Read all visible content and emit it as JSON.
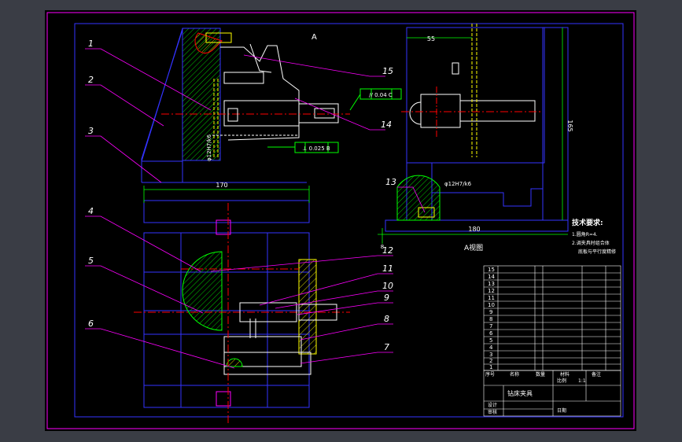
{
  "drawing": {
    "view_label_top": "A",
    "view_label_side": "A视图",
    "tech_title": "技术要求:",
    "tech_lines": [
      "1.圆角R=4.",
      "2.调夹具时组合体",
      "底板与平行度精修"
    ],
    "dims": {
      "width_top": "170",
      "width_side": "180",
      "height_side": "165",
      "offset_side": "55",
      "small_gap": "8"
    },
    "tolerances": {
      "flatness": "// 0.04 C",
      "perpendicular": "⊥ 0.025 B"
    },
    "fits": {
      "fit_left": "φ12H7/k6",
      "fit_side": "φ12H7/k6"
    },
    "balloons": [
      "1",
      "2",
      "3",
      "4",
      "5",
      "6",
      "7",
      "8",
      "9",
      "10",
      "11",
      "12",
      "13",
      "14",
      "15"
    ],
    "bom_numbers": [
      "15",
      "14",
      "13",
      "12",
      "11",
      "10",
      "9",
      "8",
      "7",
      "6",
      "5",
      "4",
      "3",
      "2",
      "1"
    ],
    "title_block": {
      "name_cells": [
        "序号",
        "名称",
        "数量",
        "材料",
        "备注"
      ],
      "title": "钻床夹具",
      "scale_label": "比例",
      "scale_value": "1:1",
      "row_labels": [
        "设计",
        "审核",
        "日期"
      ]
    }
  },
  "colors": {
    "background": "#000000",
    "frame": "#ff00ff",
    "outline": "#3333ff",
    "line_white": "#ffffff",
    "text_yellow": "#ffff00",
    "hatch_green": "#00ff00",
    "center_red": "#ff0000",
    "leader_magenta": "#ff00ff"
  }
}
